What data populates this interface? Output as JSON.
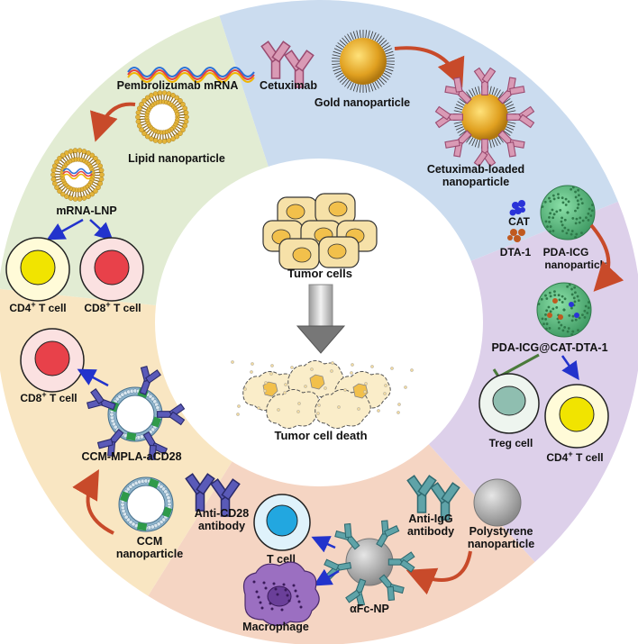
{
  "labels": {
    "pembrolizumab_mrna": "Pembrolizumab mRNA",
    "lipid_nanoparticle": "Lipid nanoparticle",
    "mrna_lnp": "mRNA-LNP",
    "cd4_t_cell_prefix": "CD4",
    "cd8_t_cell_prefix": "CD8",
    "plus": "+",
    "t_cell_suffix": " T cell",
    "cetuximab": "Cetuximab",
    "gold_nanoparticle": "Gold nanoparticle",
    "cetuximab_loaded_line1": "Cetuximab-loaded",
    "cetuximab_loaded_line2": "nanoparticle",
    "tumor_cells": "Tumor cells",
    "tumor_cell_death": "Tumor cell death",
    "cat": "CAT",
    "dta1": "DTA-1",
    "pda_icg_line1": "PDA-ICG",
    "pda_icg_line2": "nanoparticle",
    "pda_icg_cat_dta1": "PDA-ICG@CAT-DTA-1",
    "treg_cell": "Treg cell",
    "ccm_mpla_acd28": "CCM-MPLA-aCD28",
    "ccm_line1": "CCM",
    "ccm_line2": "nanoparticle",
    "anti_cd28_line1": "Anti-CD28",
    "anti_cd28_line2": "antibody",
    "anti_igg_line1": "Anti-IgG",
    "anti_igg_line2": "antibody",
    "polystyrene_line1": "Polystyrene",
    "polystyrene_line2": "nanoparticle",
    "t_cell": "T cell",
    "afc_np": "αFc-NP",
    "macrophage": "Macrophage"
  },
  "colors": {
    "sector_green": "#e2ecd3",
    "sector_blue": "#cbdcef",
    "sector_purple": "#ddd0ea",
    "sector_peach": "#f5d5c3",
    "sector_yellow": "#f9e6c2",
    "arrow_blue": "#2233cc",
    "arrow_red": "#c84a2a",
    "inhibit_green": "#4a7a3a",
    "lipid_gold": "#e3b43a",
    "gold_np": "#e0a020",
    "pda_green": "#5ab07a",
    "cd4_nucleus": "#f1e400",
    "cd8_nucleus": "#e8414a",
    "treg_nucleus": "#8fbeb0",
    "tcell_nucleus": "#22a7e0",
    "macrophage": "#9b6fc1",
    "ccm_blue": "#8fb4cc",
    "antibody_pink": "#d99ab5",
    "antibody_navy": "#3a3a8c",
    "antibody_teal": "#5fa3a8",
    "tumor_cell": "#f6e1a8",
    "tumor_nucleus": "#f2c04b"
  }
}
